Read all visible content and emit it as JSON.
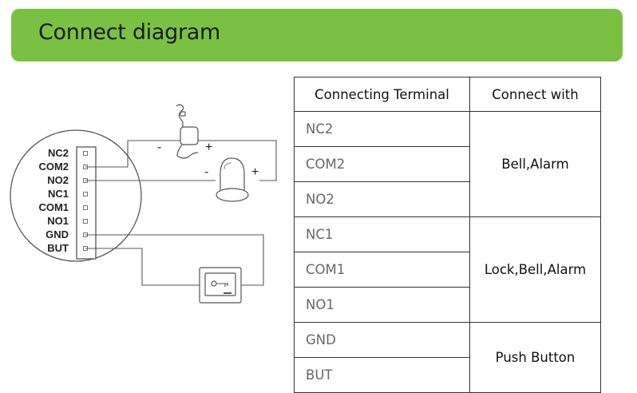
{
  "header": {
    "title": "Connect diagram"
  },
  "terminal_labels": [
    "NC2",
    "COM2",
    "NO2",
    "NC1",
    "COM1",
    "NO1",
    "GND",
    "BUT"
  ],
  "polarity": {
    "minus": "-",
    "plus": "+"
  },
  "table": {
    "headers": [
      "Connecting Terminal",
      "Connect with"
    ],
    "groups": [
      {
        "connect_with": "Bell,Alarm",
        "terminals": [
          "NC2",
          "COM2",
          "NO2"
        ]
      },
      {
        "connect_with": "Lock,Bell,Alarm",
        "terminals": [
          "NC1",
          "COM1",
          "NO1"
        ]
      },
      {
        "connect_with": "Push Button",
        "terminals": [
          "GND",
          "BUT"
        ]
      }
    ]
  }
}
